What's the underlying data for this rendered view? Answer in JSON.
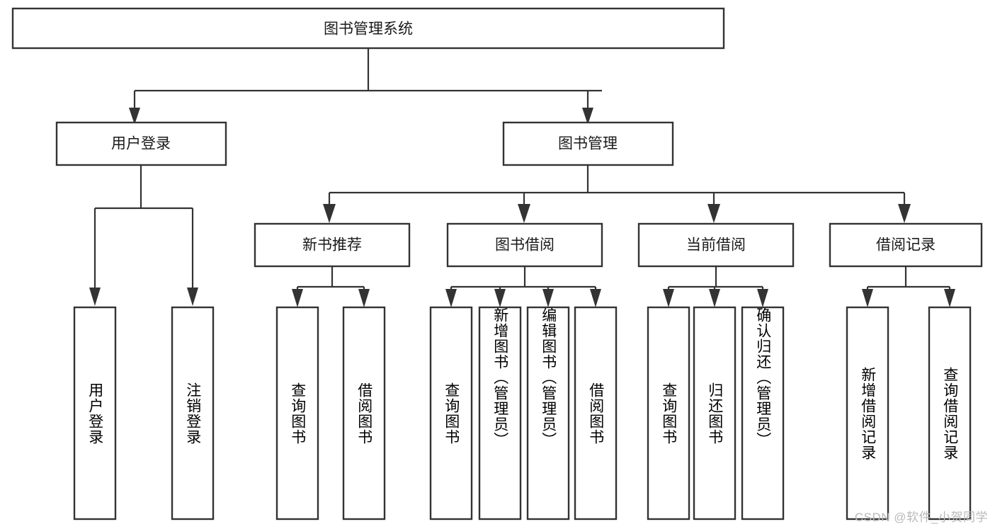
{
  "diagram": {
    "type": "tree-hierarchy",
    "title": "图书管理系统",
    "watermark": "CSDN @软件_小贺同学",
    "colors": {
      "box_stroke": "#333333",
      "box_fill": "#ffffff",
      "connector": "#333333",
      "text": "#1a1a1a",
      "watermark": "#b9b9b9",
      "background": "#ffffff"
    },
    "levels": [
      {
        "level": 0,
        "nodes": [
          {
            "id": "root",
            "label": "图书管理系统",
            "orientation": "horizontal"
          }
        ]
      },
      {
        "level": 1,
        "nodes": [
          {
            "id": "user-login",
            "label": "用户登录",
            "orientation": "horizontal",
            "parent": "root"
          },
          {
            "id": "book-manage",
            "label": "图书管理",
            "orientation": "horizontal",
            "parent": "root"
          }
        ]
      },
      {
        "level": 2,
        "nodes": [
          {
            "id": "new-book-rec",
            "label": "新书推荐",
            "orientation": "horizontal",
            "parent": "book-manage"
          },
          {
            "id": "book-borrow",
            "label": "图书借阅",
            "orientation": "horizontal",
            "parent": "book-manage"
          },
          {
            "id": "current-borrow",
            "label": "当前借阅",
            "orientation": "horizontal",
            "parent": "book-manage"
          },
          {
            "id": "borrow-record",
            "label": "借阅记录",
            "orientation": "horizontal",
            "parent": "book-manage"
          }
        ]
      },
      {
        "level": 3,
        "nodes": [
          {
            "id": "leaf-user-login",
            "label": "用户登录",
            "orientation": "vertical",
            "parent": "user-login"
          },
          {
            "id": "leaf-logout",
            "label": "注销登录",
            "orientation": "vertical",
            "parent": "user-login"
          },
          {
            "id": "leaf-query-book-1",
            "label": "查询图书",
            "orientation": "vertical",
            "parent": "new-book-rec"
          },
          {
            "id": "leaf-borrow-book-1",
            "label": "借阅图书",
            "orientation": "vertical",
            "parent": "new-book-rec"
          },
          {
            "id": "leaf-query-book-2",
            "label": "查询图书",
            "orientation": "vertical",
            "parent": "book-borrow"
          },
          {
            "id": "leaf-add-book",
            "label": "新增图书（管理员）",
            "orientation": "vertical",
            "parent": "book-borrow"
          },
          {
            "id": "leaf-edit-book",
            "label": "编辑图书（管理员）",
            "orientation": "vertical",
            "parent": "book-borrow"
          },
          {
            "id": "leaf-borrow-book-2",
            "label": "借阅图书",
            "orientation": "vertical",
            "parent": "book-borrow"
          },
          {
            "id": "leaf-query-book-3",
            "label": "查询图书",
            "orientation": "vertical",
            "parent": "current-borrow"
          },
          {
            "id": "leaf-return-book",
            "label": "归还图书",
            "orientation": "vertical",
            "parent": "current-borrow"
          },
          {
            "id": "leaf-confirm-return",
            "label": "确认归还（管理员）",
            "orientation": "vertical",
            "parent": "current-borrow"
          },
          {
            "id": "leaf-add-record",
            "label": "新增借阅记录",
            "orientation": "vertical",
            "parent": "borrow-record"
          },
          {
            "id": "leaf-query-record",
            "label": "查询借阅记录",
            "orientation": "vertical",
            "parent": "borrow-record"
          }
        ]
      }
    ]
  }
}
